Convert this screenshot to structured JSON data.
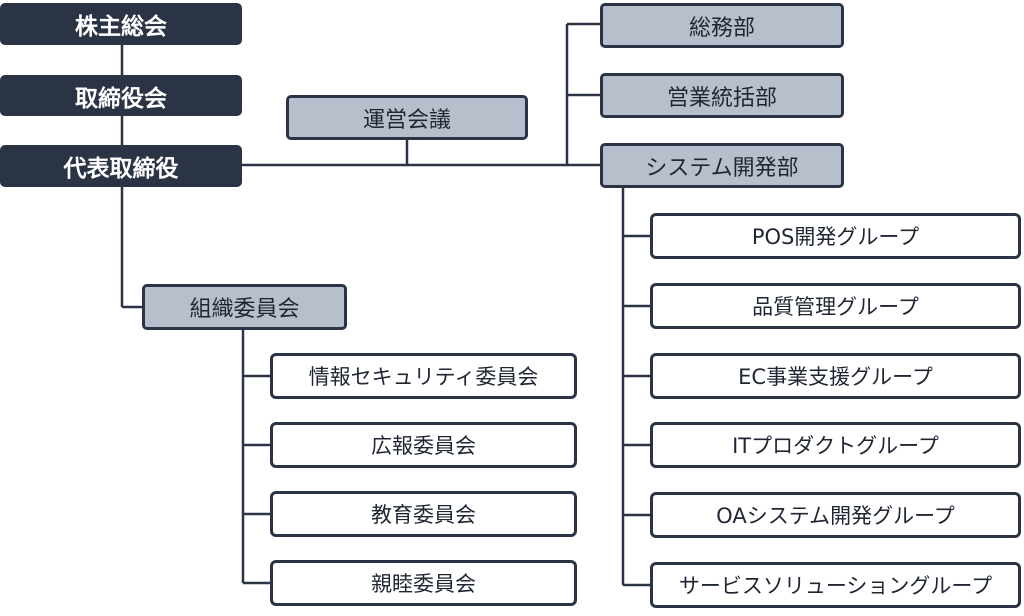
{
  "colors": {
    "dark_box": "#2b3445",
    "mid_box": "#b8bfcc",
    "light_box": "#ffffff",
    "line": "#2b3445"
  },
  "nodes": {
    "shareholders_meeting": "株主総会",
    "board_of_directors": "取締役会",
    "representative_director": "代表取締役",
    "management_meeting": "運営会議",
    "general_affairs": "総務部",
    "sales_management": "営業統括部",
    "system_development": "システム開発部",
    "organization_committee": "組織委員会",
    "committees": [
      "情報セキュリティ委員会",
      "広報委員会",
      "教育委員会",
      "親睦委員会"
    ],
    "groups": [
      "POS開発グループ",
      "品質管理グループ",
      "EC事業支援グループ",
      "ITプロダクトグループ",
      "OAシステム開発グループ",
      "サービスソリューショングループ"
    ]
  }
}
